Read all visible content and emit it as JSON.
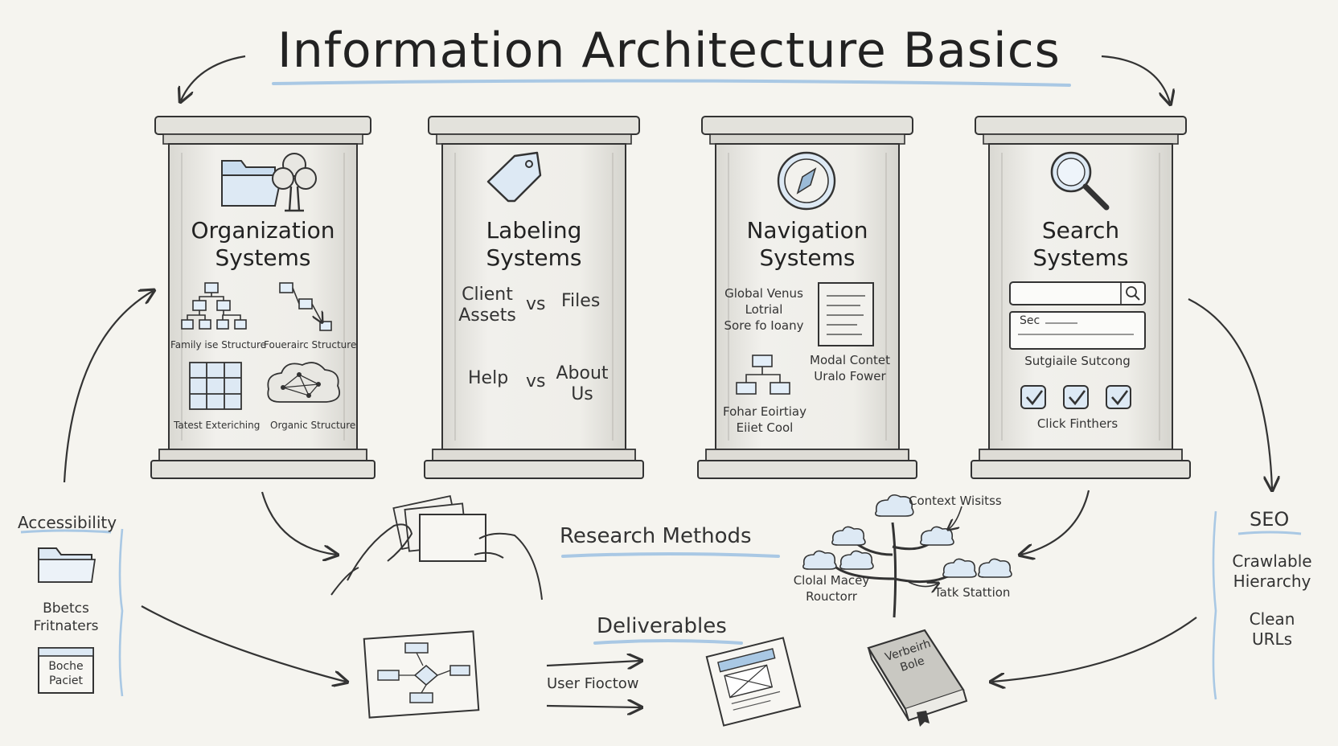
{
  "title": "Information Architecture Basics",
  "pillars": [
    {
      "title_line1": "Organization",
      "title_line2": "Systems",
      "icon_names": [
        "folder-icon",
        "tree-icon"
      ],
      "items": [
        "Family ise Structure",
        "Fouerairc Structure",
        "Tatest Exteriching",
        "Organic Structure"
      ]
    },
    {
      "title_line1": "Labeling",
      "title_line2": "Systems",
      "icon_names": [
        "tag-icon"
      ],
      "compare": [
        {
          "left_line1": "Client",
          "left_line2": "Assets",
          "vs": "vs",
          "right_line1": "Files",
          "right_line2": ""
        },
        {
          "left_line1": "Help",
          "left_line2": "",
          "vs": "vs",
          "right_line1": "About",
          "right_line2": "Us"
        }
      ]
    },
    {
      "title_line1": "Navigation",
      "title_line2": "Systems",
      "icon_names": [
        "compass-icon"
      ],
      "items": [
        "Global Venus",
        "Lotrial",
        "Sore fo Ioany",
        "Modal Contet",
        "Uralo Fower",
        "Fohar Eoirtiay",
        "Eiiet Cool"
      ]
    },
    {
      "title_line1": "Search",
      "title_line2": "Systems",
      "icon_names": [
        "magnifier-icon"
      ],
      "search_placeholder": "Sec",
      "items": [
        "Sutgiaile Sutcong",
        "Click Finthers"
      ]
    }
  ],
  "research": {
    "label": "Research Methods",
    "context_label": "Context Wisitss",
    "left_label_line1": "Clolal Macey",
    "left_label_line2": "Rouctorr",
    "right_label": "Tatk Stattion"
  },
  "deliverables": {
    "label": "Deliverables",
    "user_flow": "User Fioctow",
    "book_line1": "Verbeirh",
    "book_line2": "Bole"
  },
  "accessibility": {
    "label": "Accessibility",
    "item1_line1": "Bbetcs",
    "item1_line2": "Fritnaters",
    "item2_line1": "Boche",
    "item2_line2": "Paciet"
  },
  "seo": {
    "label": "SEO",
    "item1_line1": "Crawlable",
    "item1_line2": "Hierarchy",
    "item2_line1": "Clean",
    "item2_line2": "URLs"
  },
  "colors": {
    "ink": "#2b2b2b",
    "accent": "#a9c8e4",
    "stone": "#e6e5df"
  }
}
